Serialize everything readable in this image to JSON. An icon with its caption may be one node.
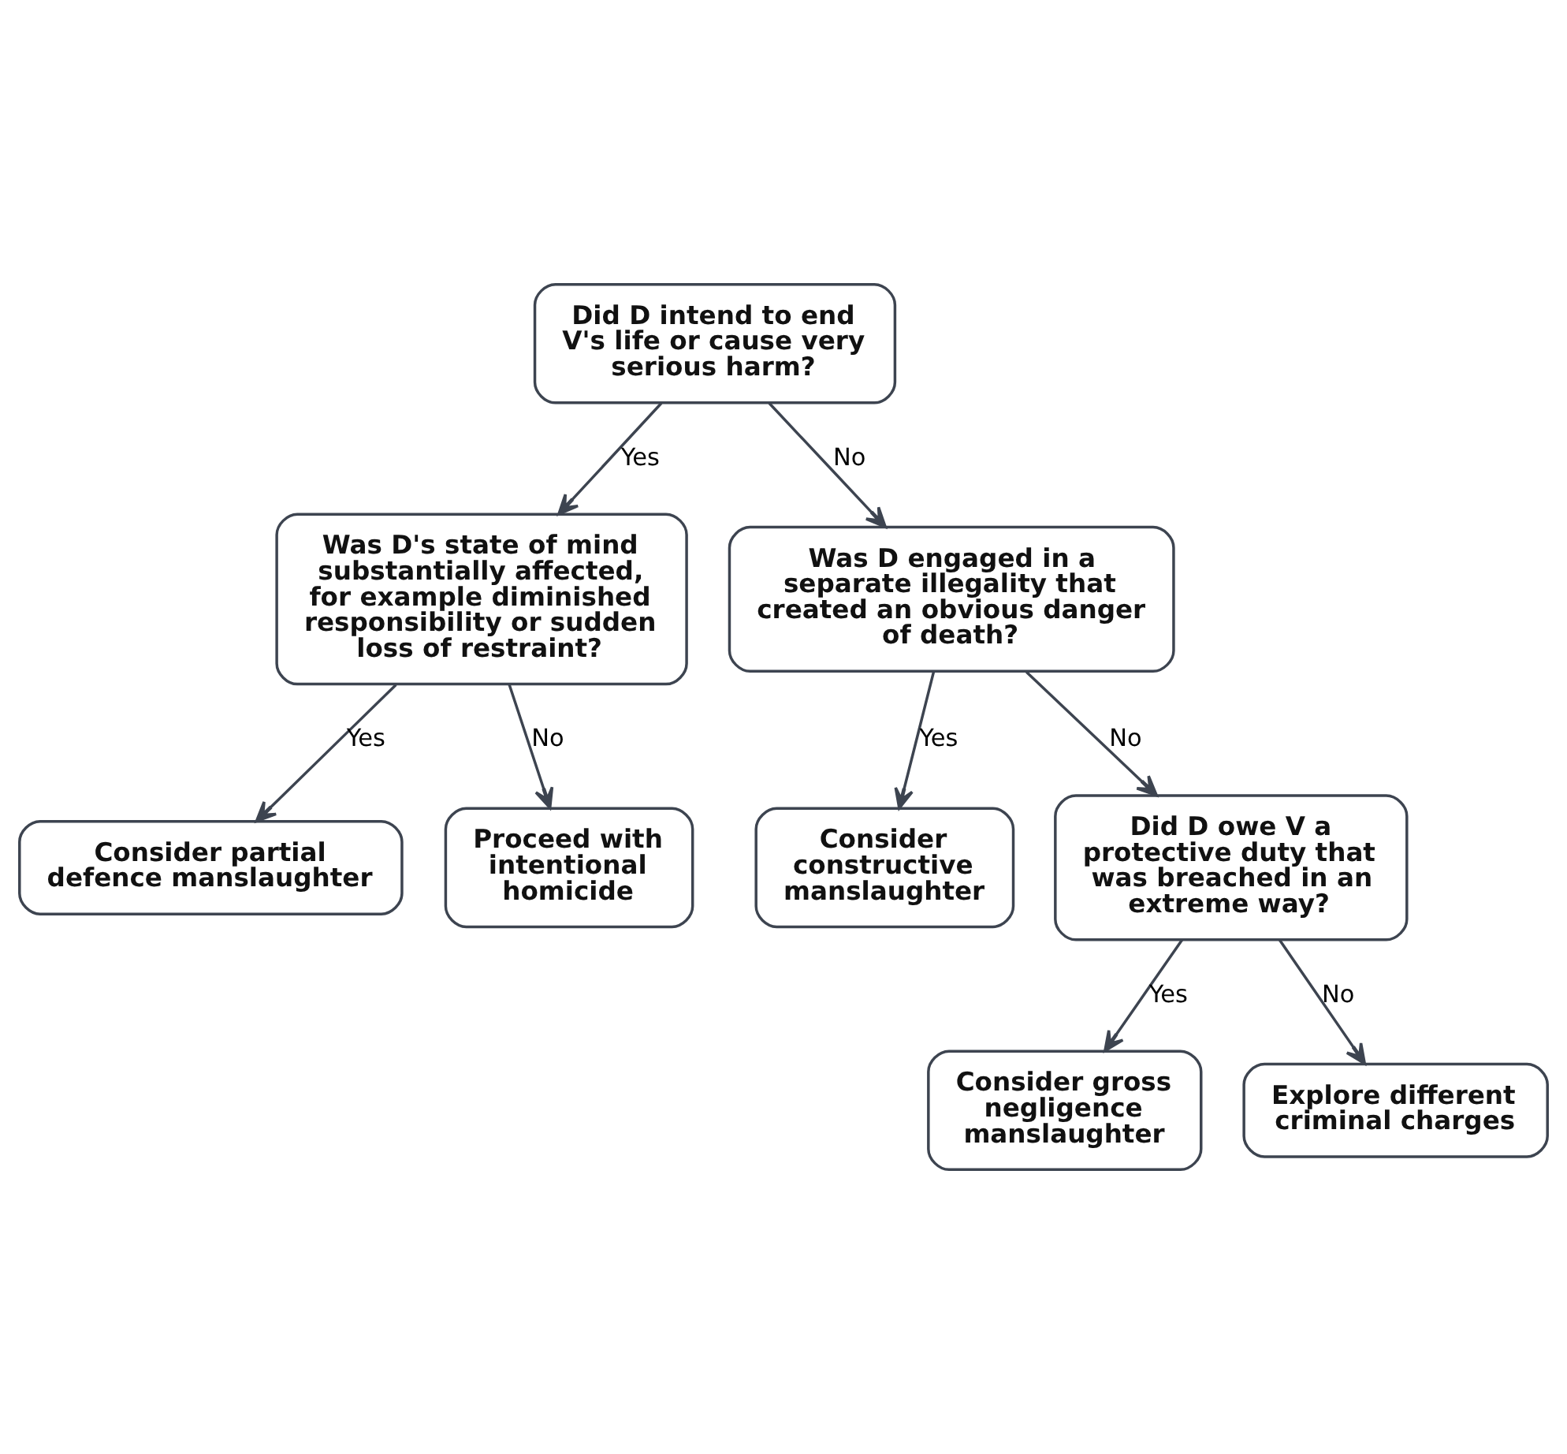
{
  "diagram": {
    "nodes": [
      {
        "text": [
          "Did D intend to end V's life or cause very serious harm?"
        ]
      },
      {
        "text": [
          "Was D's state of mind substantially affected, for example diminished responsibility or sudden loss of restraint?"
        ]
      },
      {
        "text": [
          "Was D engaged in a separate illegality that created an obvious danger of death?"
        ]
      },
      {
        "text": [
          "Consider partial defence manslaughter"
        ]
      },
      {
        "text": [
          "Proceed with intentional homicide"
        ]
      },
      {
        "text": [
          "Consider constructive manslaughter"
        ]
      },
      {
        "text": [
          "Did D owe V a protective duty that was breached in an extreme way?"
        ]
      },
      {
        "text": [
          "Consider gross negligence manslaughter"
        ]
      },
      {
        "text": [
          "Explore different criminal charges"
        ]
      }
    ],
    "edges": [
      {
        "from": 0,
        "to": 1,
        "arrow": "to",
        "label": "Yes"
      },
      {
        "from": 0,
        "to": 2,
        "arrow": "to",
        "label": "No"
      },
      {
        "from": 1,
        "to": 3,
        "arrow": "to",
        "label": "Yes"
      },
      {
        "from": 1,
        "to": 4,
        "arrow": "to",
        "label": "No"
      },
      {
        "from": 2,
        "to": 5,
        "arrow": "to",
        "label": "Yes"
      },
      {
        "from": 2,
        "to": 6,
        "arrow": "to",
        "label": "No"
      },
      {
        "from": 6,
        "to": 7,
        "arrow": "to",
        "label": "Yes"
      },
      {
        "from": 6,
        "to": 8,
        "arrow": "to",
        "label": "No"
      }
    ]
  }
}
